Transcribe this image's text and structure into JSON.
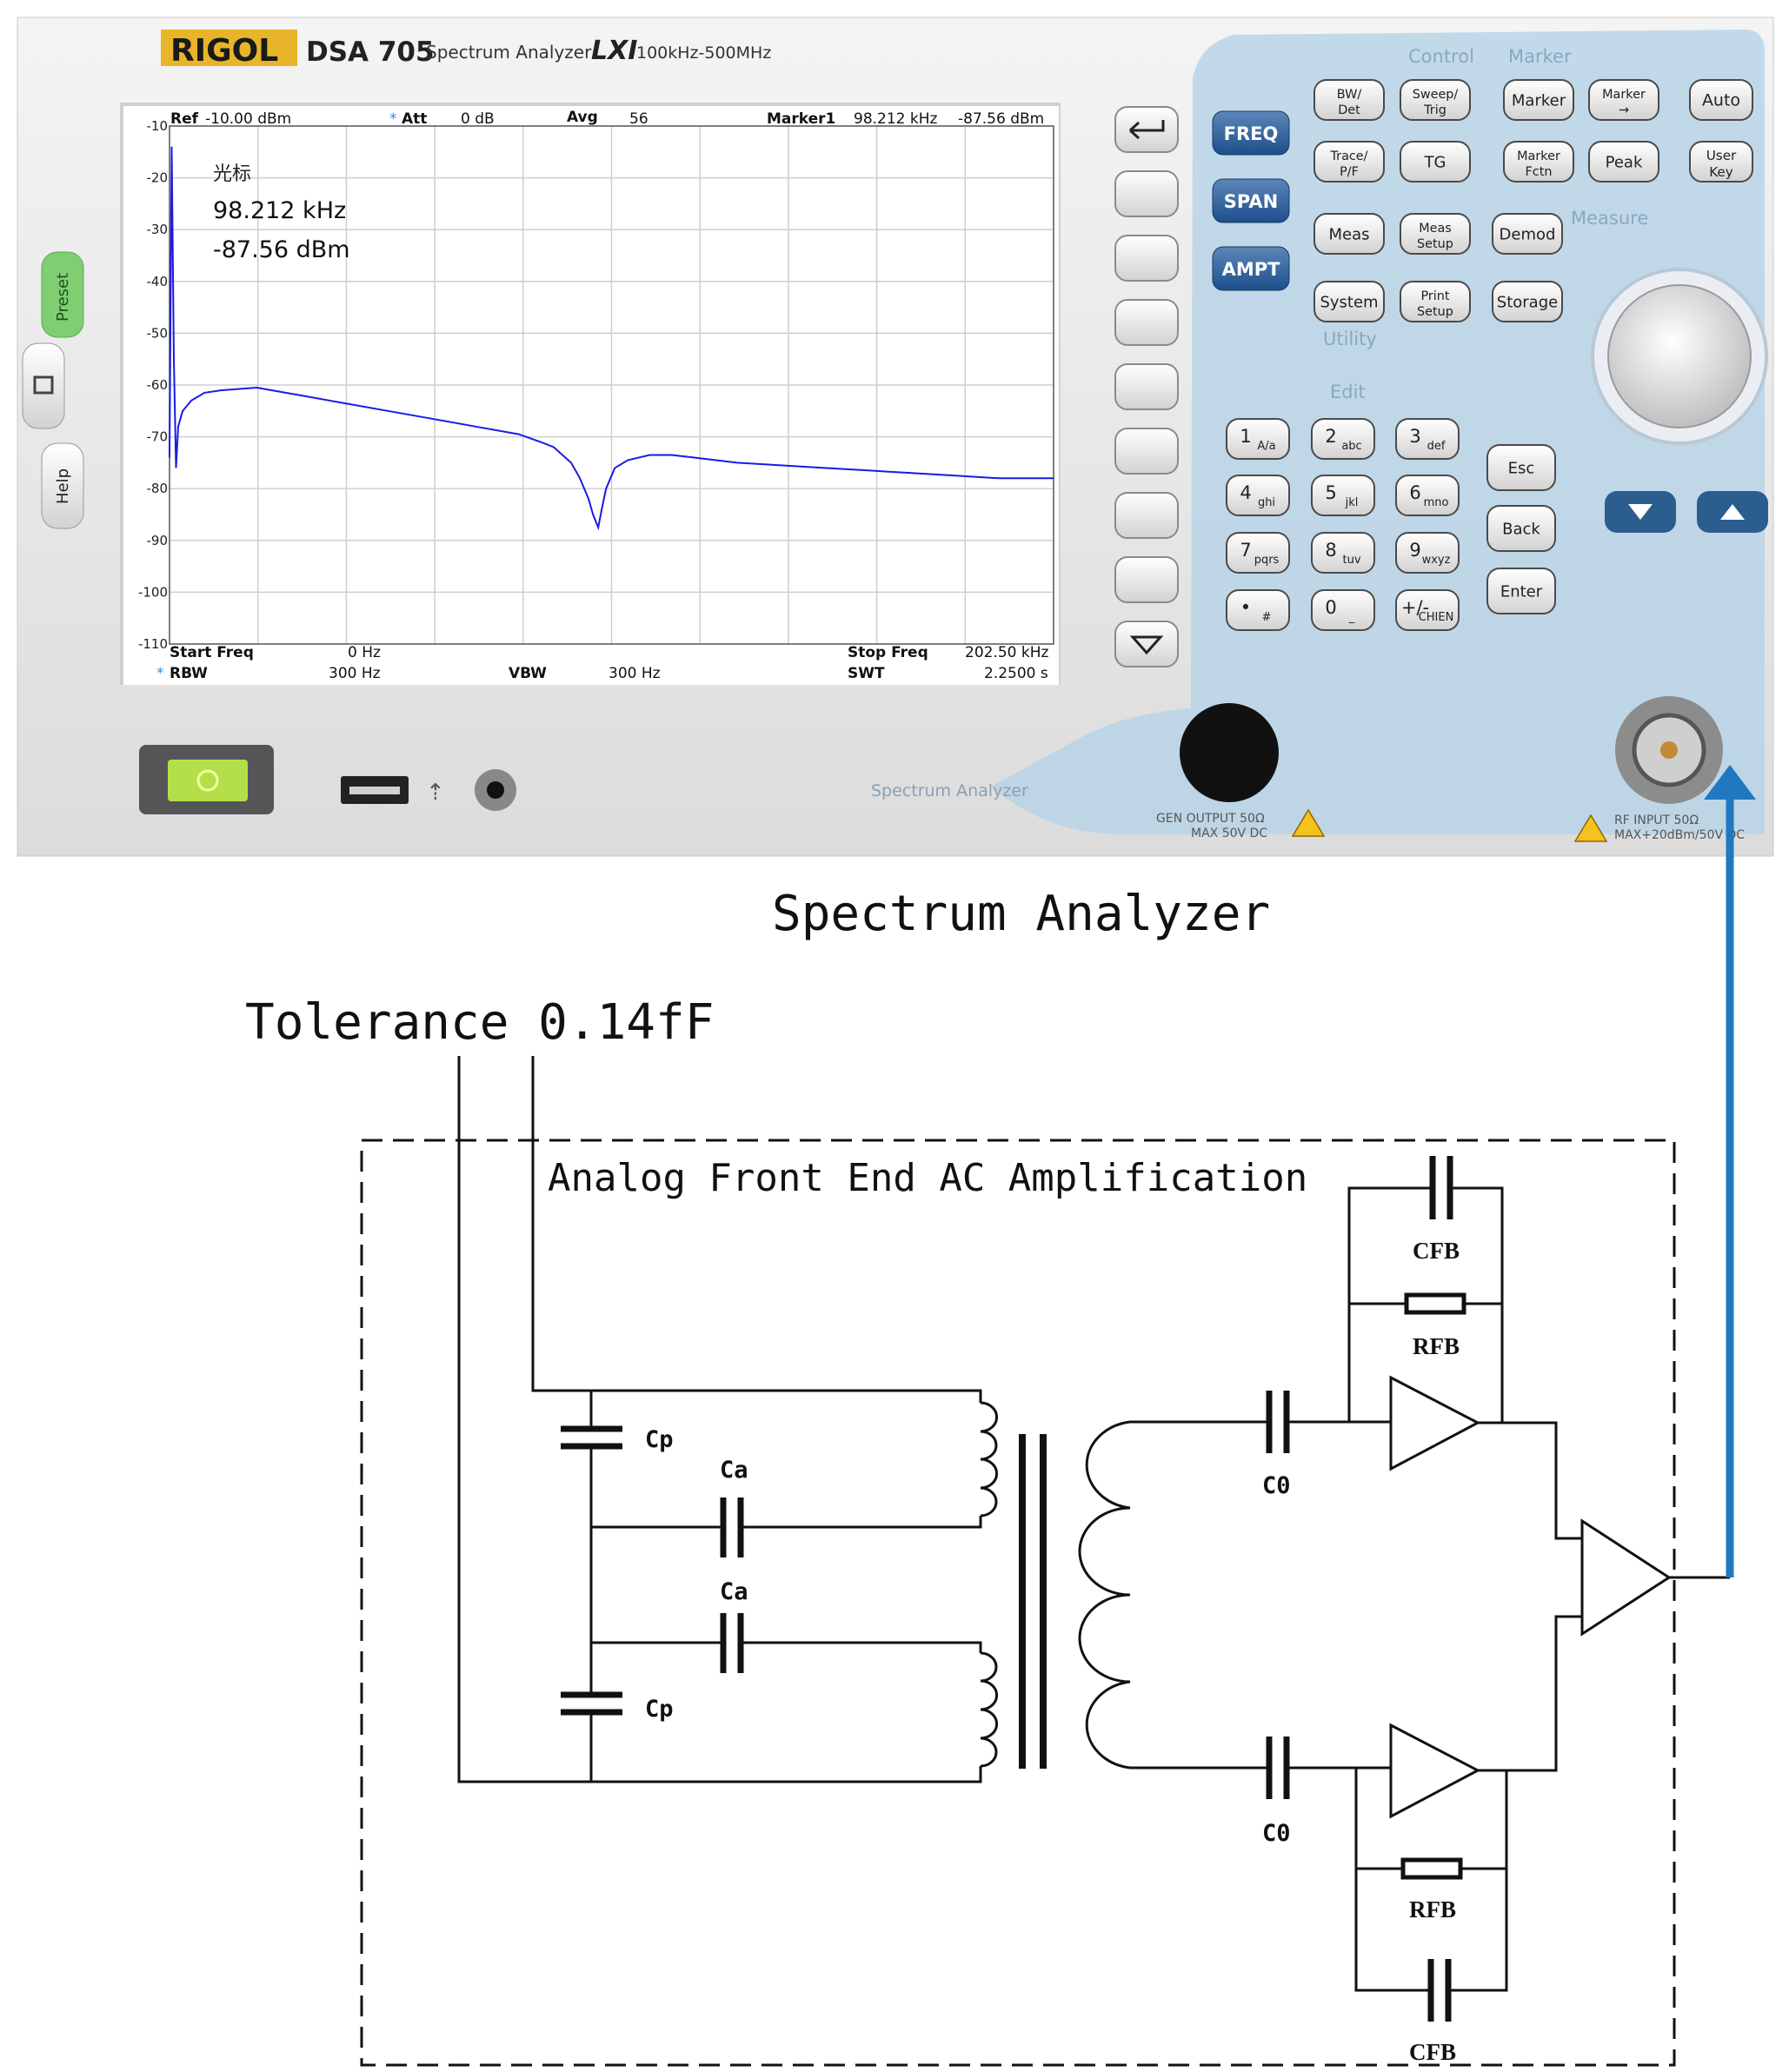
{
  "instrument": {
    "brand": "RIGOL",
    "model": "DSA 705",
    "type_label": "Spectrum Analyzer",
    "lxi": "LXI",
    "freq_range": "100kHz-500MHz",
    "panel_label": "Spectrum Analyzer",
    "gen_output_label": "GEN OUTPUT 50Ω",
    "gen_output_max": "MAX 50V DC",
    "rf_input_label": "RF INPUT 50Ω",
    "rf_input_max": "MAX+20dBm/50V DC"
  },
  "screen": {
    "ref_label": "Ref",
    "ref_value": "-10.00 dBm",
    "att_label": "Att",
    "att_value": "0 dB",
    "avg_label": "Avg",
    "avg_value": "56",
    "marker_label": "Marker1",
    "marker_freq": "98.212 kHz",
    "marker_level": "-87.56 dBm",
    "cursor_title": "光标",
    "cursor_freq": "98.212 kHz",
    "cursor_level": "-87.56 dBm",
    "start_label": "Start Freq",
    "start_value": "0 Hz",
    "stop_label": "Stop Freq",
    "stop_value": "202.50 kHz",
    "rbw_label": "RBW",
    "rbw_value": "300 Hz",
    "vbw_label": "VBW",
    "vbw_value": "300 Hz",
    "swt_label": "SWT",
    "swt_value": "2.2500 s",
    "y_ticks": [
      "-10",
      "-20",
      "-30",
      "-40",
      "-50",
      "-60",
      "-70",
      "-80",
      "-90",
      "-100",
      "-110"
    ]
  },
  "chart_data": {
    "type": "line",
    "xlabel": "",
    "ylabel": "",
    "xlim": [
      0,
      202.5
    ],
    "ylim": [
      -110,
      -10
    ],
    "grid": true,
    "series": [
      {
        "x": [
          0,
          0.5,
          1,
          1.5,
          2,
          3,
          5,
          8,
          12,
          20,
          30,
          40,
          50,
          60,
          70,
          80,
          85,
          88,
          90,
          92,
          94,
          96,
          97,
          98.2,
          99,
          100,
          102,
          105,
          110,
          115,
          120,
          130,
          140,
          150,
          160,
          170,
          180,
          190,
          202.5
        ],
        "y": [
          -74,
          -14,
          -55,
          -76,
          -68,
          -65,
          -63,
          -61.5,
          -61,
          -60.5,
          -62,
          -63.5,
          -65,
          -66.5,
          -68,
          -69.5,
          -71,
          -72,
          -73.5,
          -75,
          -78,
          -82,
          -85,
          -87.5,
          -84,
          -80,
          -76,
          -74.5,
          -73.5,
          -73.5,
          -74,
          -75,
          -75.5,
          -76,
          -76.5,
          -77,
          -77.5,
          -78,
          -78
        ]
      }
    ]
  },
  "softkeys": [
    "return",
    "",
    "",
    "",
    "",
    "",
    "",
    "",
    "more"
  ],
  "func_keys": [
    "FREQ",
    "SPAN",
    "AMPT"
  ],
  "groups": {
    "control": "Control",
    "marker": "Marker",
    "measure": "Measure",
    "utility": "Utility",
    "edit": "Edit"
  },
  "control_keys": [
    "BW/ Det",
    "Sweep/ Trig",
    "Trace/ P/F",
    "TG"
  ],
  "marker_keys": [
    "Marker",
    "Marker →",
    "Marker Fctn",
    "Peak"
  ],
  "right_keys": [
    "Auto",
    "User Key"
  ],
  "measure_keys": [
    "Meas",
    "Meas Setup",
    "Demod"
  ],
  "utility_keys": [
    "System",
    "Print Setup",
    "Storage"
  ],
  "numpad": [
    {
      "d": "1",
      "s": "A/a"
    },
    {
      "d": "2",
      "s": "abc"
    },
    {
      "d": "3",
      "s": "def"
    },
    {
      "d": "4",
      "s": "ghi"
    },
    {
      "d": "5",
      "s": "jkl"
    },
    {
      "d": "6",
      "s": "mno"
    },
    {
      "d": "7",
      "s": "pqrs"
    },
    {
      "d": "8",
      "s": "tuv"
    },
    {
      "d": "9",
      "s": "wxyz"
    },
    {
      "d": "•",
      "s": "#"
    },
    {
      "d": "0",
      "s": "_"
    },
    {
      "d": "+/-",
      "s": "CHIEN"
    }
  ],
  "edit_keys": [
    "Esc",
    "Back",
    "Enter"
  ],
  "left_keys": [
    "Preset",
    "Help"
  ],
  "captions": {
    "analyzer": "Spectrum Analyzer",
    "tolerance": "Tolerance 0.14fF",
    "afe": "Analog Front End AC Amplification"
  },
  "components": {
    "cp": "Cp",
    "ca": "Ca",
    "c0": "C0",
    "cfb": "CFB",
    "rfb": "RFB"
  },
  "colors": {
    "trace": "#1a1ae6",
    "panel_blue": "#b8d3e8",
    "link_blue": "#1f78c0",
    "brand_bg": "#e8b52a",
    "power_green": "#b3e04a"
  }
}
